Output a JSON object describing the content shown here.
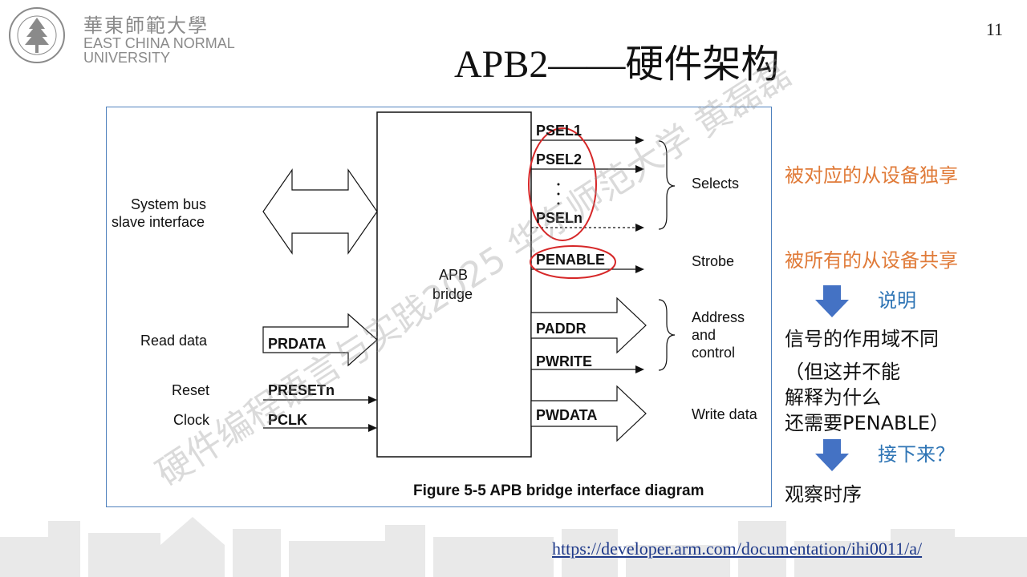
{
  "header": {
    "university_cn": "華東師範大學",
    "university_en_line1": "EAST CHINA NORMAL",
    "university_en_line2": "UNIVERSITY",
    "page_number": "11",
    "title": "APB2——硬件架构"
  },
  "diagram": {
    "left_labels": {
      "system_bus": "System bus",
      "slave_interface": "slave interface",
      "read_data": "Read data",
      "reset": "Reset",
      "clock": "Clock"
    },
    "bridge_label_line1": "APB",
    "bridge_label_line2": "bridge",
    "signals": {
      "psel1": "PSEL1",
      "psel2": "PSEL2",
      "pseln": "PSELn",
      "penable": "PENABLE",
      "paddr": "PADDR",
      "pwrite": "PWRITE",
      "pwdata": "PWDATA",
      "prdata": "PRDATA",
      "presetn": "PRESETn",
      "pclk": "PCLK"
    },
    "right_labels": {
      "selects": "Selects",
      "strobe": "Strobe",
      "address": "Address",
      "and": "and",
      "control": "control",
      "write_data": "Write data"
    },
    "caption": "Figure 5-5 APB bridge interface diagram",
    "highlight_color": "#d62728"
  },
  "notes": {
    "psel_note": "被对应的从设备独享",
    "penable_note": "被所有的从设备共享",
    "explain": "说明",
    "scope_line": "信号的作用域不同",
    "paren_line1": "（但这并不能",
    "paren_line2": "解释为什么",
    "paren_line3": "还需要PENABLE）",
    "next": "接下来？",
    "observe": "观察时序"
  },
  "footer": {
    "url": "https://developer.arm.com/documentation/ihi0011/a/"
  },
  "watermark": "硬件编程语言与实践2025 华东师范大学 黄磊磊",
  "colors": {
    "orange_text": "#e07b39",
    "blue_text": "#2f75b5",
    "arrow_blue": "#4472c4",
    "frame_border": "#4f81bd"
  },
  "icons": [
    "university-logo-icon",
    "down-arrow-icon"
  ]
}
